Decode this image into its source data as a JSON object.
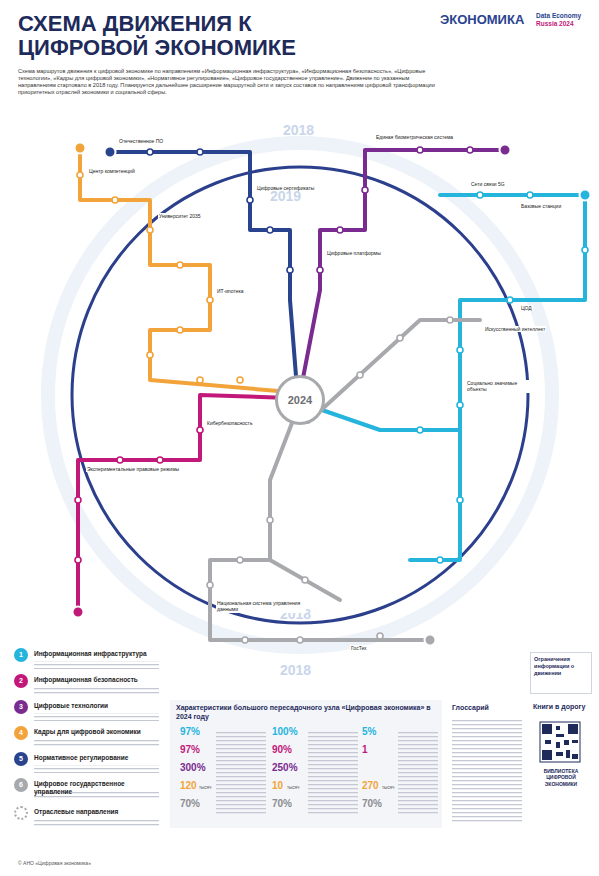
{
  "diagram": {
    "title": "СХЕМА ДВИЖЕНИЯ К ЦИФРОВОЙ ЭКОНОМИКЕ",
    "nodes": [
      {
        "text": [
          "2024"
        ]
      },
      {
        "text": [
          "Характеристики большого пересадочного узла «Цифровая экономика» в 2024 году"
        ]
      },
      {
        "text": [
          "Глоссарий"
        ]
      },
      {
        "text": [
          "Книги в дорогу"
        ]
      },
      {
        "text": [
          "Ограничения информации о движении"
        ]
      }
    ],
    "labels": [
      "ЭКОНОМИКА",
      "Data Economy",
      "Russia 2024",
      "Схема маршрутов движения к цифровой экономике по направлениям «Информационная инфраструктура», «Информационная безопасность», «Цифровые технологии», «Кадры для цифровой экономики», «Нормативное регулирование», «Цифровое государственное управление». Движение по указанным направлениям стартовало в 2018 году. Планируется дальнейшее расширение маршрутной сети и запуск составов по направлениям цифровой трансформации приоритетных отраслей экономики и социальной сферы.",
      "2018",
      "2019",
      "2018",
      "2018",
      "Центр компетенций",
      "Университет 2035",
      "ИТ-ипотека",
      "Отечественное ПО",
      "Сети связи 5G",
      "Базовые станции",
      "ЦОД",
      "Социально значимые объекты",
      "Единая биометрическая система",
      "Экспериментальные правовые режимы",
      "Национальная система управления данными",
      "ГосТех",
      "Цифровые платформы",
      "Кибербезопасность",
      "Искусственный интеллект",
      "Цифровые сертификаты",
      "1",
      "2",
      "3",
      "4",
      "5",
      "6",
      "97%",
      "97%",
      "300%",
      "120",
      "70%",
      "100%",
      "90%",
      "250%",
      "10",
      "70%",
      "5%",
      "1",
      "270",
      "70%",
      "тысяч",
      "тысяч",
      "тысяч",
      "БИБЛИОТЕКА ЦИФРОВОЙ ЭКОНОМИКИ",
      "© АНО «Цифровая экономика»"
    ],
    "legend": [
      {
        "text": "Информационная инфраструктура",
        "color": "#25b4dc"
      },
      {
        "text": "Информационная безопасность",
        "color": "#c2187a"
      },
      {
        "text": "Цифровые технологии",
        "color": "#7a2b8f"
      },
      {
        "text": "Кадры для цифровой экономики",
        "color": "#f2a33a"
      },
      {
        "text": "Нормативное регулирование",
        "color": "#2a438f"
      },
      {
        "text": "Цифровое государственное управление",
        "color": "#a7a9ac"
      },
      {
        "text": "Отраслевые направления"
      }
    ]
  }
}
